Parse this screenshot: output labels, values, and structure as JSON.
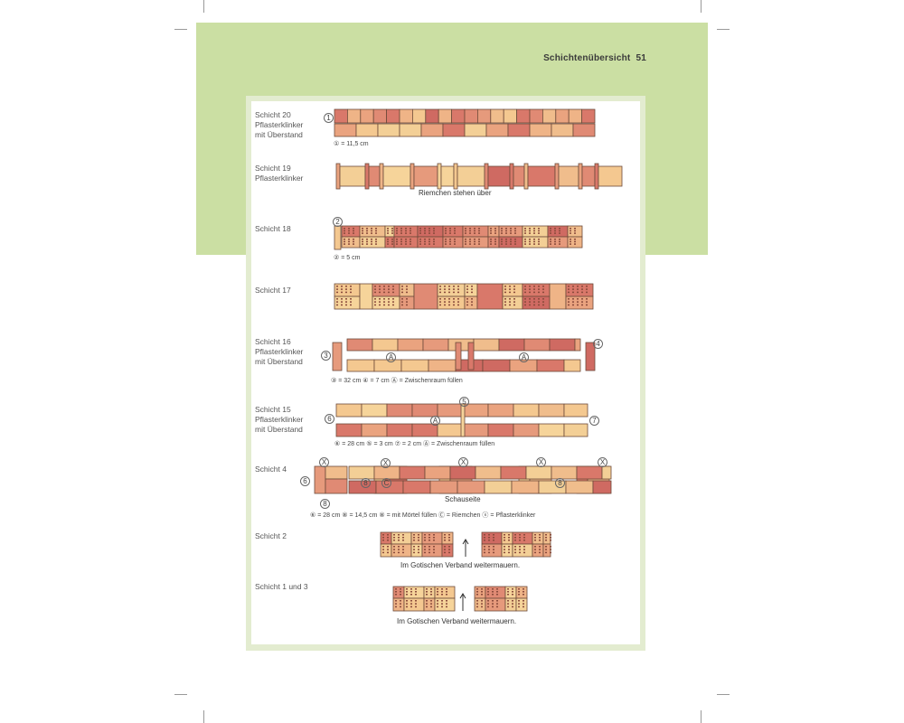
{
  "header": {
    "title": "Schichtenübersicht",
    "page": "51"
  },
  "courses": [
    {
      "label": [
        "Schicht 20",
        "Pflasterklinker",
        "mit Überstand"
      ],
      "note": "① = 11,5 cm"
    },
    {
      "label": [
        "Schicht 19",
        "Pflasterklinker"
      ],
      "note": "Riemchen stehen über"
    },
    {
      "label": [
        "Schicht 18"
      ],
      "note": "② = 5 cm"
    },
    {
      "label": [
        "Schicht 17"
      ],
      "note": ""
    },
    {
      "label": [
        "Schicht 16",
        "Pflasterklinker",
        "mit Überstand"
      ],
      "note": "③ = 32 cm  ④ = 7 cm  Ⓐ = Zwischenraum füllen"
    },
    {
      "label": [
        "Schicht 15",
        "Pflasterklinker",
        "mit Überstand"
      ],
      "note": "⑥ = 28 cm  ⑤ = 3 cm  ⑦ = 2 cm  Ⓐ = Zwischenraum füllen"
    },
    {
      "label": [
        "Schicht 4"
      ],
      "note": "⑥ = 28 cm  ⑧ = 14,5 cm  ⑧ = mit Mörtel füllen  Ⓒ = Riemchen  ⓧ = Pflasterklinker",
      "face": "Schauseite"
    },
    {
      "label": [
        "Schicht 2"
      ],
      "note": "Im Gotischen Verband weitermauern."
    },
    {
      "label": [
        "Schicht 1 und 3"
      ],
      "note": "Im Gotischen Verband weitermauern."
    }
  ],
  "markers": {
    "one": "1",
    "two": "2",
    "three": "3",
    "four": "4",
    "five": "5",
    "six": "6",
    "seven": "7",
    "eight": "8",
    "a": "A",
    "c": "C",
    "x": "X"
  },
  "colors": {
    "band": "#cbdfa3",
    "frame": "#e3ecd0",
    "brick_light": "#f2c48e",
    "brick_dark": "#c9605a",
    "brick_mid": "#e7967a"
  }
}
